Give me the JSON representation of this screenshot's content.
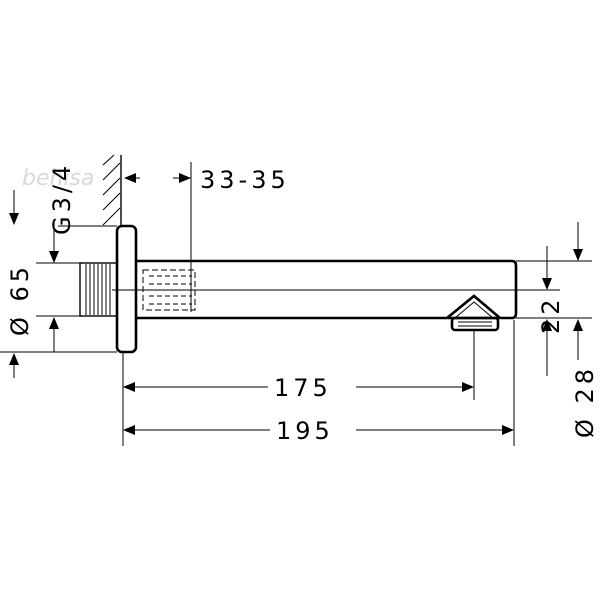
{
  "watermark": "behisa",
  "dimensions": {
    "wall_depth": "33-35",
    "thread": "G3/4",
    "flange_diameter": "Ø 65",
    "length_outlet": "175",
    "length_total": "195",
    "pipe_height": "22",
    "pipe_diameter": "Ø 28"
  }
}
